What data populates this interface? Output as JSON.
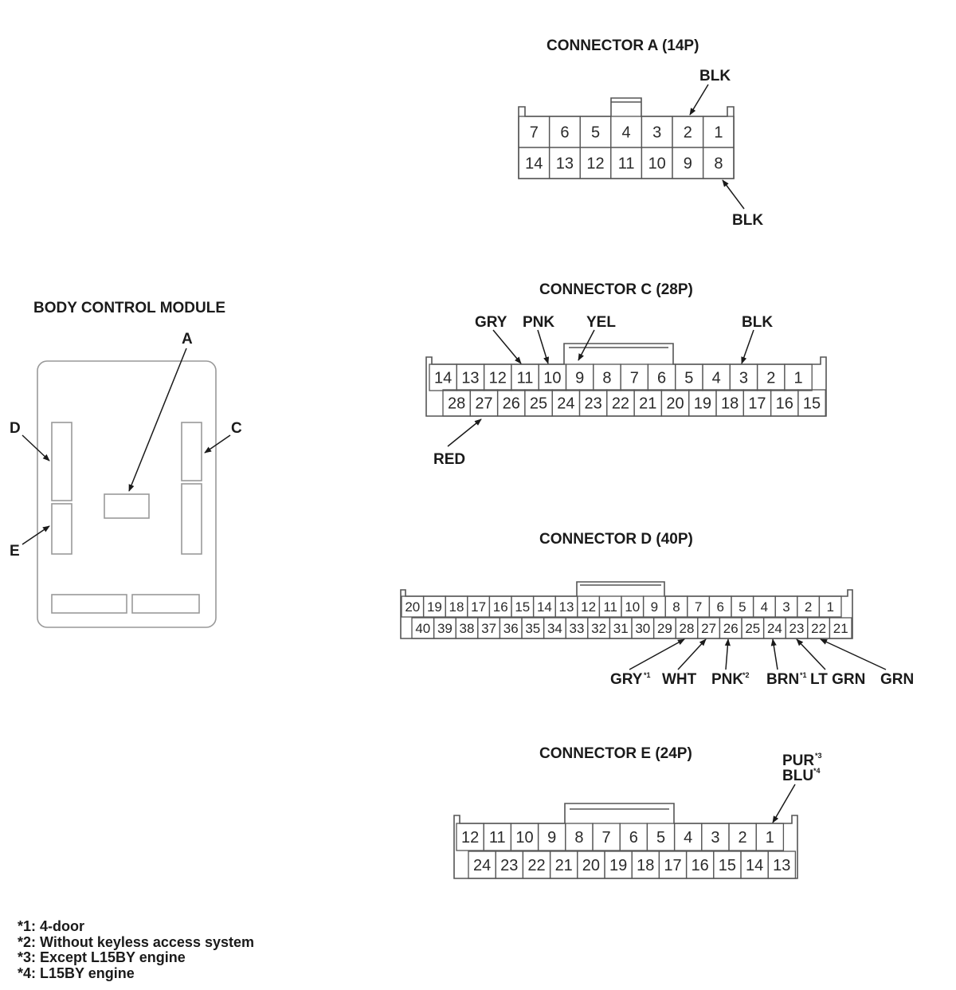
{
  "module": {
    "title": "BODY CONTROL MODULE",
    "labels": {
      "a": "A",
      "c": "C",
      "d": "D",
      "e": "E"
    }
  },
  "connector_a": {
    "title": "CONNECTOR A (14P)",
    "top_pins": [
      "7",
      "6",
      "5",
      "4",
      "3",
      "2",
      "1"
    ],
    "bottom_pins": [
      "14",
      "13",
      "12",
      "11",
      "10",
      "9",
      "8"
    ],
    "wires": {
      "pin2": "BLK",
      "pin8": "BLK"
    }
  },
  "connector_c": {
    "title": "CONNECTOR C (28P)",
    "top_pins": [
      "14",
      "13",
      "12",
      "11",
      "10",
      "9",
      "8",
      "7",
      "6",
      "5",
      "4",
      "3",
      "2",
      "1"
    ],
    "bottom_pins": [
      "28",
      "27",
      "26",
      "25",
      "24",
      "23",
      "22",
      "21",
      "20",
      "19",
      "18",
      "17",
      "16",
      "15"
    ],
    "wires": {
      "pin11": "GRY",
      "pin10": "PNK",
      "pin9": "YEL",
      "pin3": "BLK",
      "pin27": "RED"
    }
  },
  "connector_d": {
    "title": "CONNECTOR D (40P)",
    "top_pins": [
      "20",
      "19",
      "18",
      "17",
      "16",
      "15",
      "14",
      "13",
      "12",
      "11",
      "10",
      "9",
      "8",
      "7",
      "6",
      "5",
      "4",
      "3",
      "2",
      "1"
    ],
    "bottom_pins": [
      "40",
      "39",
      "38",
      "37",
      "36",
      "35",
      "34",
      "33",
      "32",
      "31",
      "30",
      "29",
      "28",
      "27",
      "26",
      "25",
      "24",
      "23",
      "22",
      "21"
    ],
    "wires": {
      "pin28": "GRY",
      "pin28_note": "*1",
      "pin27": "WHT",
      "pin26": "PNK",
      "pin26_note": "*2",
      "pin24": "BRN",
      "pin24_note": "*1",
      "pin23": "LT GRN",
      "pin22": "GRN"
    }
  },
  "connector_e": {
    "title": "CONNECTOR E (24P)",
    "top_pins": [
      "12",
      "11",
      "10",
      "9",
      "8",
      "7",
      "6",
      "5",
      "4",
      "3",
      "2",
      "1"
    ],
    "bottom_pins": [
      "24",
      "23",
      "22",
      "21",
      "20",
      "19",
      "18",
      "17",
      "16",
      "15",
      "14",
      "13"
    ],
    "wires": {
      "pin1_a": "PUR",
      "pin1_a_note": "*3",
      "pin1_b": "BLU",
      "pin1_b_note": "*4"
    }
  },
  "footnotes": [
    "*1: 4-door",
    "*2: Without keyless access system",
    "*3: Except L15BY engine",
    "*4: L15BY engine"
  ]
}
